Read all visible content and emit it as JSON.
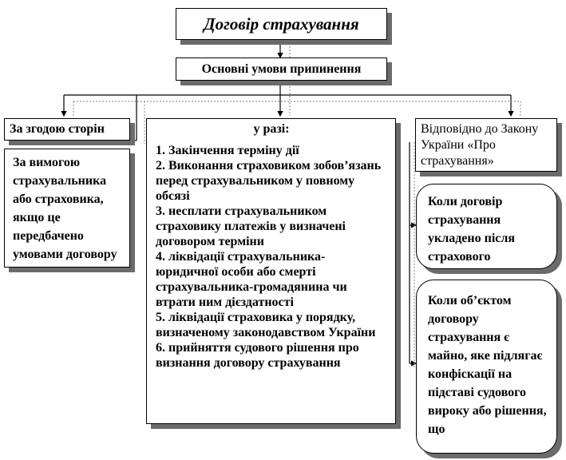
{
  "title": "Договір страхування",
  "subtitle": "Основні умови припинення",
  "left": {
    "box1": "За згодою сторін",
    "box2": "За вимогою страхувальника або страховика, якщо це передбачено умовами договору"
  },
  "middle": {
    "heading": "у разі:",
    "items": [
      "1. Закінчення терміну дії",
      "2. Виконання страховиком зобов’язань перед страхувальником у повному обсязі",
      "3. несплати страхувальником страховику платежів у визначені договором терміни",
      "4. ліквідації страхувальника-юридичної особи або смерті страхувальника-громадянина чи втрати ним дієздатності",
      "5. ліквідації страховика у порядку, визначеному законодавством України",
      "6. прийняття судового рішення про визнання договору страхування"
    ]
  },
  "right": {
    "box1": "Відповідно до Закону України «Про страхування»",
    "box2": "Коли договір страхування укладено після страхового",
    "box3": "Коли об’єктом договору страхування є майно, яке підлягає конфіскації на підставі судового вироку або рішення, що"
  }
}
